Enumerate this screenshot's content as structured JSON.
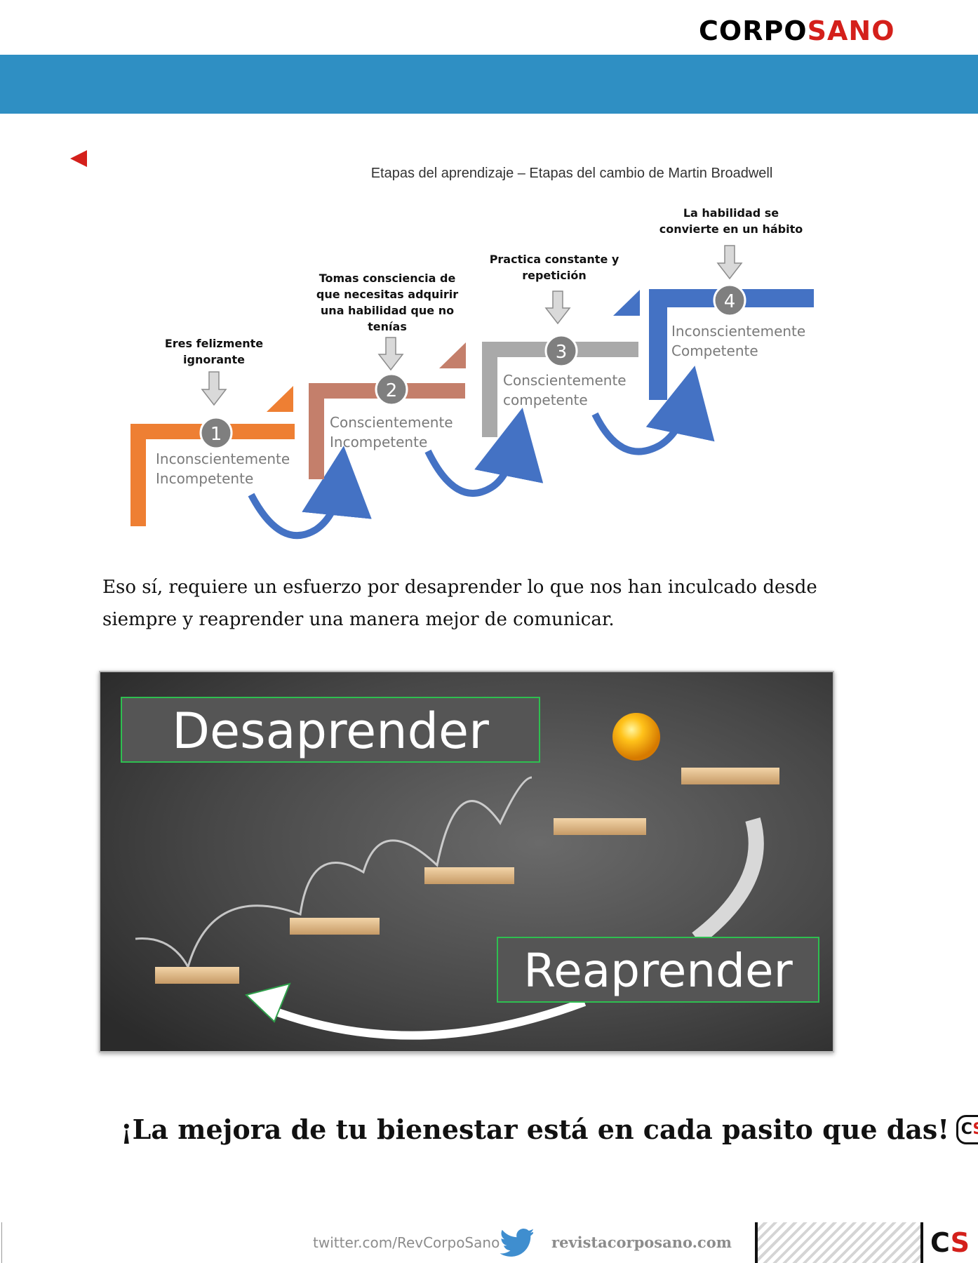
{
  "header": {
    "logo_part1": "CORPO",
    "logo_part2": "SANO",
    "banner_color": "#2f8fc3",
    "logo_accent_color": "#d4201b"
  },
  "nav": {
    "back_icon": "triangle-left-icon"
  },
  "diagram": {
    "title": "Etapas del aprendizaje – Etapas del cambio de Martin Broadwell",
    "stages": [
      {
        "number": "1",
        "label_line1": "Inconscientemente",
        "label_line2": "Incompetente",
        "note_lines": [
          "Eres felizmente",
          "ignorante"
        ],
        "color": "#ee7f33"
      },
      {
        "number": "2",
        "label_line1": "Conscientemente",
        "label_line2": "Incompetente",
        "note_lines": [
          "Tomas consciencia de",
          "que necesitas adquirir",
          "una habilidad que no",
          "tenías"
        ],
        "color": "#c47f6b"
      },
      {
        "number": "3",
        "label_line1": "Conscientemente",
        "label_line2": "competente",
        "note_lines": [
          "Practica constante y",
          "repetición"
        ],
        "color": "#a9a9a9"
      },
      {
        "number": "4",
        "label_line1": "Inconscientemente",
        "label_line2": "Competente",
        "note_lines": [
          "La habilidad se",
          "convierte en un hábito"
        ],
        "color": "#4472c4"
      }
    ]
  },
  "body": {
    "paragraph": "Eso sí, requiere un esfuerzo por desaprender lo que nos han inculcado desde siempre y reaprender una manera mejor de comunicar."
  },
  "photo": {
    "label_top": "Desaprender",
    "label_bottom": "Reaprender"
  },
  "closing": {
    "text": "¡La mejora de tu bienestar está en cada pasito que das!",
    "badge_c": "C",
    "badge_s": "S"
  },
  "footer": {
    "twitter": "twitter.com/RevCorpoSano",
    "twitter_icon": "twitter-bird-icon",
    "site": "revistacorposano.com",
    "mark_c": "C",
    "mark_s": "S"
  }
}
